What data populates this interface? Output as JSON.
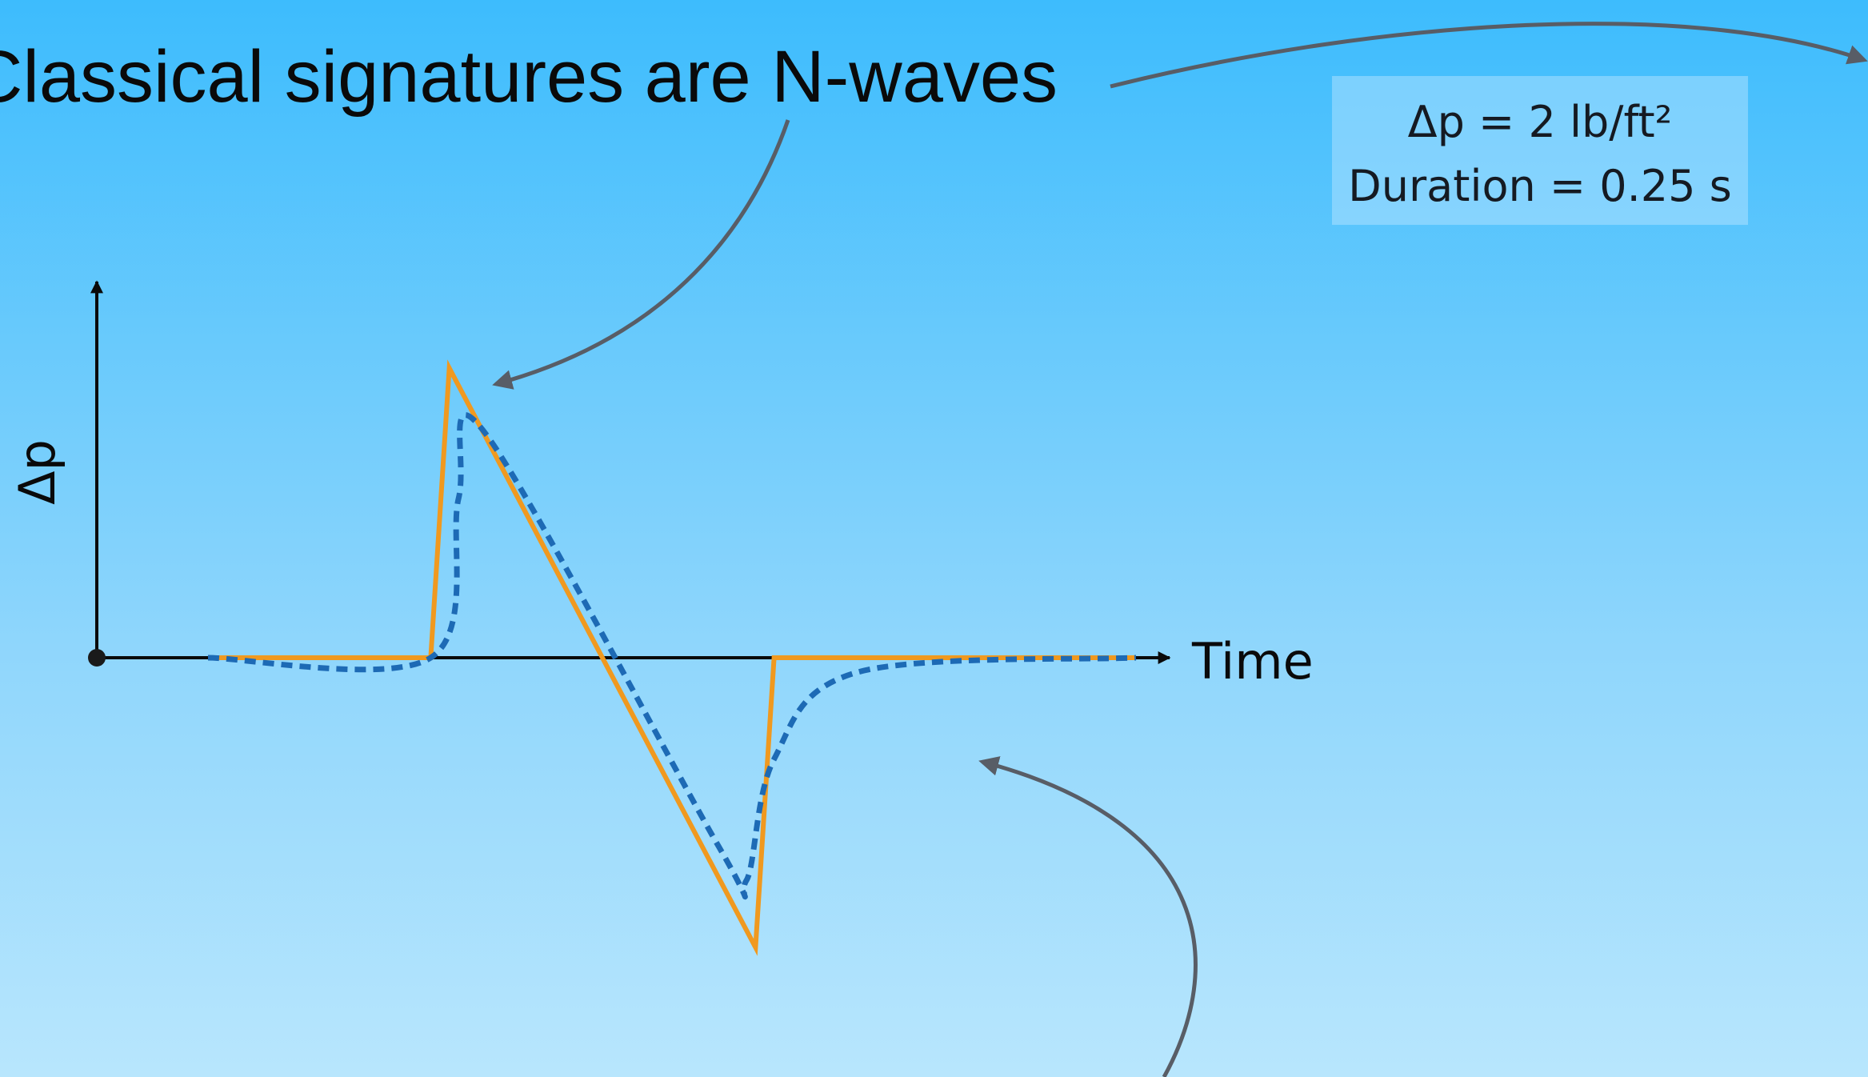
{
  "title": "Classical signatures are N-waves",
  "info_box": {
    "line1": "Δp = 2 lb/ft²",
    "line2": "Duration = 0.25 s"
  },
  "axes": {
    "xlabel": "Time",
    "ylabel": "Δp"
  },
  "bottom_caption": "",
  "colors": {
    "classical_nwave": "#f0991f",
    "rounded_signature": "#1d6ab5",
    "axes": "#0a0a0a",
    "annotation_arrow": "#585d66",
    "background_top": "#3dbcfd",
    "background_bottom": "#b8e6fd"
  },
  "chart_data": {
    "type": "line",
    "title": "Classical signatures are N-waves",
    "xlabel": "Time",
    "ylabel": "Δp",
    "grid": false,
    "series": [
      {
        "style": "solid",
        "color": "#f0991f",
        "x": [
          0.0,
          0.24,
          0.26,
          0.59,
          0.61,
          1.0
        ],
        "y": [
          0.0,
          0.0,
          1.0,
          -1.0,
          0.0,
          0.0
        ]
      },
      {
        "style": "dotted",
        "color": "#1d6ab5",
        "x": [
          0.0,
          0.24,
          0.27,
          0.3,
          0.55,
          0.58,
          0.61,
          0.7,
          1.0
        ],
        "y": [
          0.0,
          0.0,
          0.55,
          0.77,
          -0.65,
          -0.77,
          -0.35,
          -0.05,
          0.0
        ]
      }
    ]
  }
}
